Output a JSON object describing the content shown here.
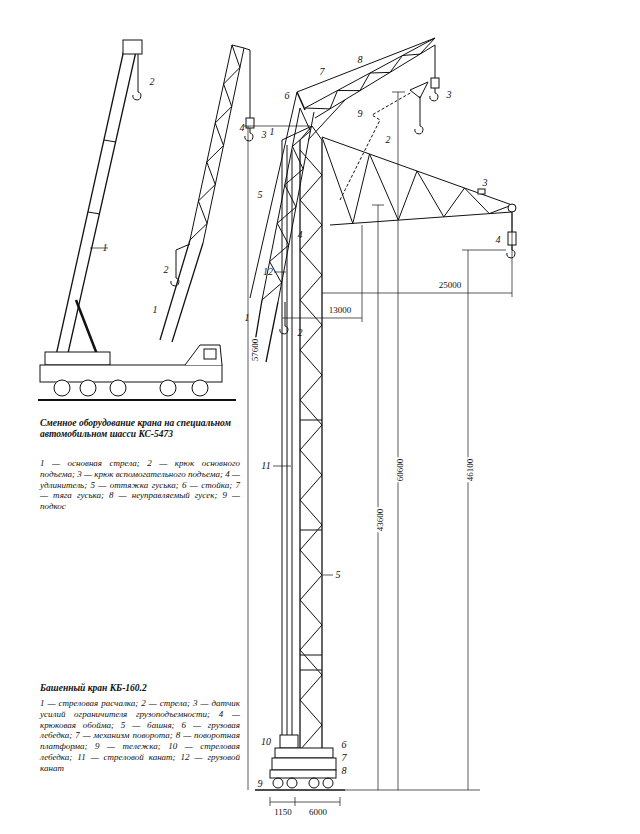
{
  "diagram": {
    "labels": [
      "1",
      "2",
      "1",
      "2",
      "3",
      "4",
      "1",
      "2",
      "3",
      "4",
      "5",
      "6",
      "7",
      "8",
      "9",
      "Сменное оборудование крана на специальном автомобильном шасси КС-5473",
      "1 — основная стрела; 2 — крюк основного подъема; 3 — крюк вспомогательного подъема; 4 — удлинитель; 5 — оттяжка гуська; 6 — стойка; 7 — тяга гуська; 8 — неуправляемый гусек; 9 — подкос",
      "1",
      "2",
      "3",
      "4",
      "5",
      "6",
      "7",
      "8",
      "9",
      "10",
      "11",
      "12",
      "25000",
      "13000",
      "60600",
      "43600",
      "46100",
      "57600",
      "1150",
      "6000",
      "Башенный кран КБ-160.2",
      "1 — стреловая расчалка; 2 — стрела; 3 — датчик усилий ограничителя грузоподъемности; 4 — крюковая обойма; 5 — башня; 6 — грузовая лебедка; 7 — механизм поворота; 8 — поворотная платформа; 9 — тележка; 10 — стреловая лебедка; 11 — стреловой канат; 12 — грузовой канат"
    ]
  }
}
